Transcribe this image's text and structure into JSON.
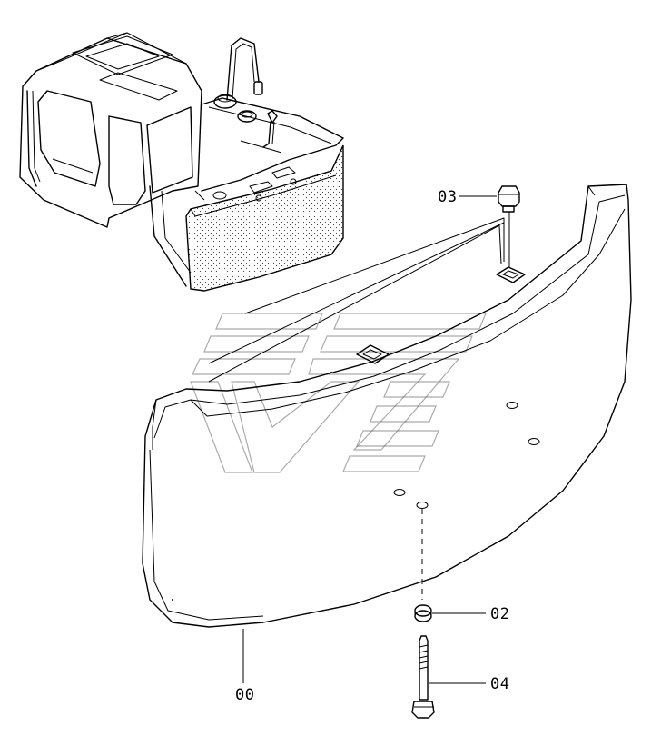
{
  "diagram": {
    "callouts": [
      {
        "id": "c00",
        "text": "00"
      },
      {
        "id": "c02",
        "text": "02"
      },
      {
        "id": "c03",
        "text": "03"
      },
      {
        "id": "c04",
        "text": "04"
      }
    ]
  }
}
